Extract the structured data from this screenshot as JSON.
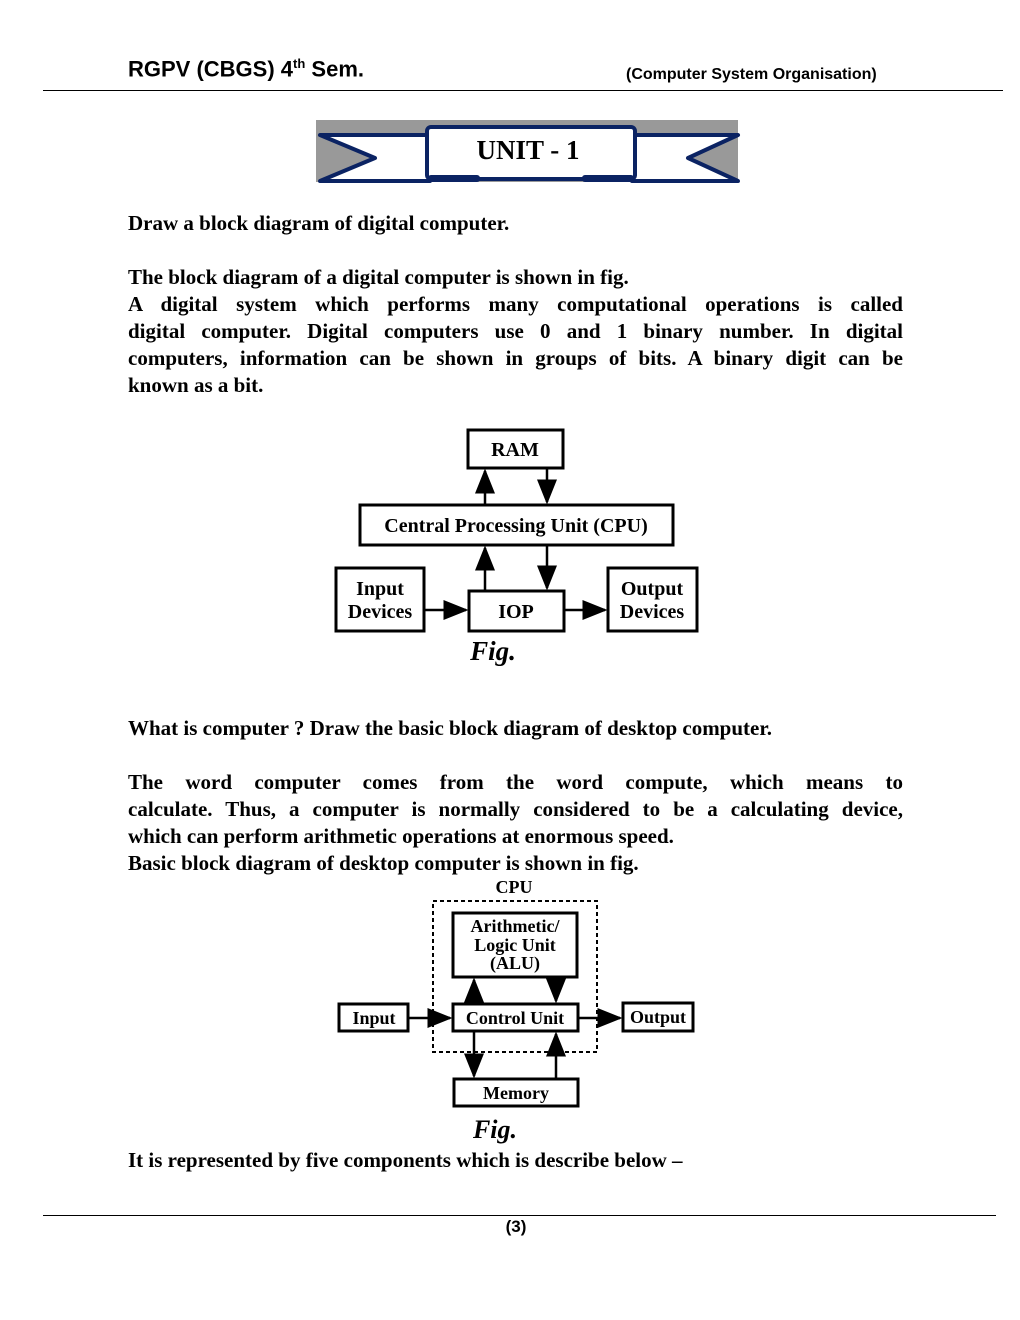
{
  "header": {
    "title_prefix": "RGPV (CBGS) 4",
    "title_sup": "th",
    "title_suffix": " Sem.",
    "subject": "(Computer System Organisation)"
  },
  "banner": {
    "label": "UNIT - 1"
  },
  "section1": {
    "question": "Draw a block diagram of digital computer.",
    "intro": "The block diagram of a digital computer is shown in fig.",
    "lines": [
      "A digital system which performs many computational operations is called",
      "digital computer. Digital computers use 0 and 1 binary number. In digital",
      "computers, information can be shown in groups of bits. A binary digit can be",
      "known as a bit."
    ],
    "figure": {
      "ram": "RAM",
      "cpu": "Central Processing Unit (CPU)",
      "input1": "Input",
      "input2": "Devices",
      "iop": "IOP",
      "output1": "Output",
      "output2": "Devices",
      "caption": "Fig."
    }
  },
  "section2": {
    "question": "What is computer ? Draw the basic block diagram of desktop computer.",
    "lines": [
      "The word computer comes from the word compute, which means to",
      "calculate. Thus, a computer is normally considered to be a calculating device,",
      "which can perform arithmetic operations at enormous speed.",
      "Basic block diagram of desktop computer is shown in fig."
    ],
    "figure": {
      "cpu": "CPU",
      "alu1": "Arithmetic/",
      "alu2": "Logic Unit",
      "alu3": "(ALU)",
      "control": "Control Unit",
      "input": "Input",
      "output": "Output",
      "memory": "Memory",
      "caption": "Fig."
    },
    "closing": "It is represented by five components which is describe below –"
  },
  "footer": {
    "page": "(3)"
  },
  "colors": {
    "banner_navy": "#0b2363",
    "banner_gray": "#999999"
  }
}
